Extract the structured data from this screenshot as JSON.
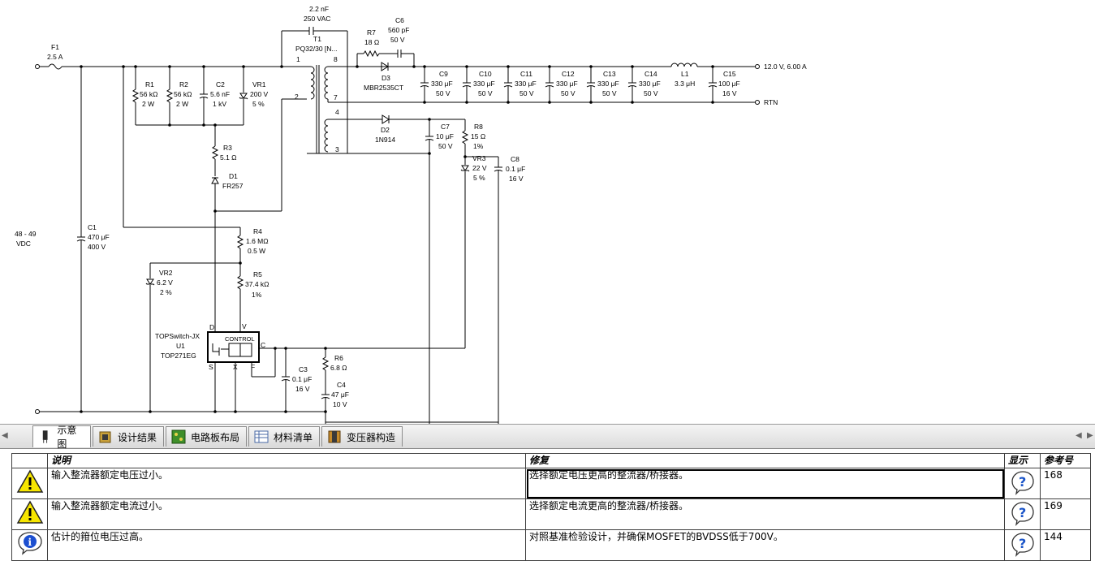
{
  "schematic": {
    "input_voltage": [
      "48 - 49",
      "VDC"
    ],
    "output_main": "12.0 V, 6.00 A",
    "output_return": "RTN",
    "components": {
      "F1": [
        "F1",
        "2.5 A"
      ],
      "C1": [
        "C1",
        "470 μF",
        "400 V"
      ],
      "R1": [
        "R1",
        "56 kΩ",
        "2 W"
      ],
      "R2": [
        "R2",
        "56 kΩ",
        "2 W"
      ],
      "C2": [
        "C2",
        "5.6 nF",
        "1 kV"
      ],
      "VR1": [
        "VR1",
        "200 V",
        "5 %"
      ],
      "R3": [
        "R3",
        "5.1 Ω"
      ],
      "D1": [
        "D1",
        "FR257"
      ],
      "R4": [
        "R4",
        "1.6 MΩ",
        "0.5 W"
      ],
      "R5": [
        "R5",
        "37.4 kΩ",
        "1%"
      ],
      "VR2": [
        "VR2",
        "6.2 V",
        "2 %"
      ],
      "U1": [
        "TOPSwitch-JX",
        "U1",
        "TOP271EG"
      ],
      "C3": [
        "C3",
        "0.1 μF",
        "16 V"
      ],
      "R6": [
        "R6",
        "6.8 Ω"
      ],
      "C4": [
        "C4",
        "47 μF",
        "10 V"
      ],
      "CY": [
        "2.2 nF",
        "250 VAC"
      ],
      "T1": [
        "T1",
        "PQ32/30 [N..."
      ],
      "R7": [
        "R7",
        "18 Ω"
      ],
      "C6": [
        "C6",
        "560 pF",
        "50 V"
      ],
      "D3": [
        "D3",
        "MBR2535CT"
      ],
      "C9": [
        "C9",
        "330 μF",
        "50 V"
      ],
      "C10": [
        "C10",
        "330 μF",
        "50 V"
      ],
      "C11": [
        "C11",
        "330 μF",
        "50 V"
      ],
      "C12": [
        "C12",
        "330 μF",
        "50 V"
      ],
      "C13": [
        "C13",
        "330 μF",
        "50 V"
      ],
      "C14": [
        "C14",
        "330 μF",
        "50 V"
      ],
      "L1": [
        "L1",
        "3.3 μH"
      ],
      "C15": [
        "C15",
        "100 μF",
        "16 V"
      ],
      "D2": [
        "D2",
        "1N914"
      ],
      "C7": [
        "C7",
        "10 μF",
        "50 V"
      ],
      "R8": [
        "R8",
        "15 Ω",
        "1%"
      ],
      "VR3": [
        "VR3",
        "22 V",
        "5 %"
      ],
      "C8": [
        "C8",
        "0.1 μF",
        "16 V"
      ]
    },
    "pins": {
      "t1_1": "1",
      "t1_2": "2",
      "t1_8": "8",
      "t1_7": "7",
      "t1_4": "4",
      "t1_3": "3",
      "u1_d": "D",
      "u1_s": "S",
      "u1_x": "X",
      "u1_f": "F",
      "u1_v": "V",
      "u1_c": "C",
      "u1_control": "CONTROL"
    }
  },
  "tabs": [
    {
      "label": "示意图",
      "icon": "schematic-icon",
      "active": true
    },
    {
      "label": "设计结果",
      "icon": "design-results-icon",
      "active": false
    },
    {
      "label": "电路板布局",
      "icon": "pcb-layout-icon",
      "active": false
    },
    {
      "label": "材料清单",
      "icon": "bom-icon",
      "active": false
    },
    {
      "label": "变压器构造",
      "icon": "transformer-icon",
      "active": false
    }
  ],
  "warnings": {
    "headers": {
      "description": "说明",
      "fix": "修复",
      "show": "显示",
      "ref": "参考号"
    },
    "rows": [
      {
        "severity": "warning",
        "description": "输入整流器额定电压过小。",
        "fix": "选择额定电压更高的整流器/桥接器。",
        "ref": "168"
      },
      {
        "severity": "warning",
        "description": "输入整流器额定电流过小。",
        "fix": "选择额定电流更高的整流器/桥接器。",
        "ref": "169"
      },
      {
        "severity": "info",
        "description": "估计的箝位电压过高。",
        "fix": "对照基准检验设计，并确保MOSFET的BVDSS低于700V。",
        "ref": "144"
      }
    ]
  },
  "colors": {
    "warning": "#f7e600",
    "info": "#1c4fd0",
    "help": "#1a54c8"
  }
}
